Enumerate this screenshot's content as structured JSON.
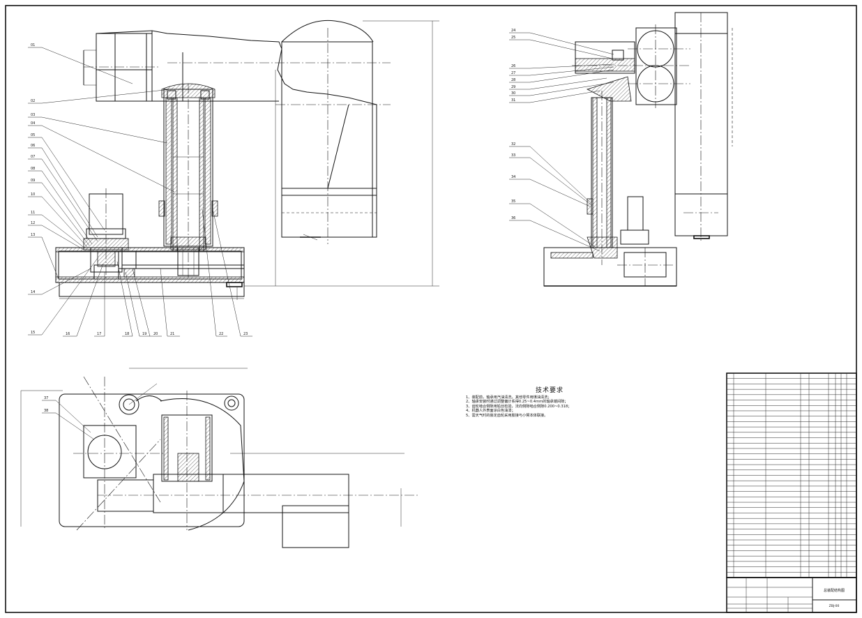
{
  "drawing": {
    "title_block": {
      "drawing_name": "总装配结构图",
      "drawing_code": "ZBJ-00"
    },
    "technical_requirements": {
      "heading": "技术要求",
      "items": [
        "1、装配前，轴承用汽油清洗，其他零件用煤油清洗；",
        "2、轴承安装时通过调整偏计系得0.25~0.4mm的轴承端间隙；",
        "3、齿轮啮合侧隙用铅丝检验，法向侧隙啮合侧隙0.200~0.318；",
        "4、机器人外表面涂白色油漆；",
        "5、需天气时的装定齿轮采用胶接与小臂本体联接。"
      ]
    },
    "front_view_labels": [
      "01",
      "02",
      "03",
      "04",
      "05",
      "06",
      "07",
      "08",
      "09",
      "10",
      "11",
      "12",
      "13",
      "14",
      "15",
      "16",
      "17",
      "18",
      "19",
      "20",
      "21",
      "22",
      "23"
    ],
    "side_view_labels": [
      "24",
      "25",
      "26",
      "27",
      "28",
      "29",
      "30",
      "31",
      "32",
      "33",
      "34",
      "35",
      "36"
    ],
    "top_view_labels": [
      "37",
      "38"
    ]
  }
}
